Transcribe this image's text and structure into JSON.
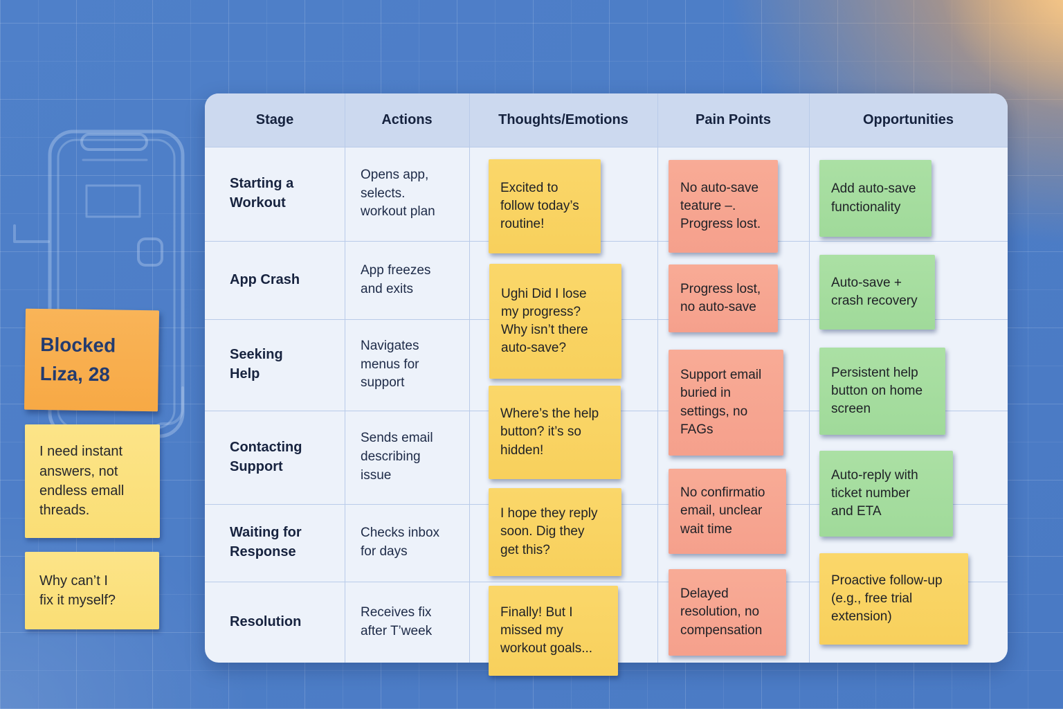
{
  "persona": {
    "text": "Blocked\nLiza, 28"
  },
  "quotes": [
    {
      "text": "I need instant\nanswers, not\nendless emall\nthreads."
    },
    {
      "text": "Why can’t I\nfix it myself?"
    }
  ],
  "table": {
    "headers": [
      "Stage",
      "Actions",
      "Thoughts/Emotions",
      "Pain Points",
      "Opportunities"
    ],
    "rows": [
      {
        "stage": "Starting a\nWorkout",
        "actions": "Opens app,\nselects.\nworkout plan"
      },
      {
        "stage": "App Crash",
        "actions": "App freezes\nand exits"
      },
      {
        "stage": "Seeking\nHelp",
        "actions": "Navigates\nmenus for\nsupport"
      },
      {
        "stage": "Contacting\nSupport",
        "actions": "Sends email\ndescribing\nissue"
      },
      {
        "stage": "Waiting for\nResponse",
        "actions": "Checks inbox\nfor days"
      },
      {
        "stage": "Resolution",
        "actions": "Receives fix\nafter T’week"
      }
    ]
  },
  "notes": {
    "thoughts": [
      {
        "text": "Excited to\nfollow today’s\nroutine!",
        "color": "yellow"
      },
      {
        "text": "Ughi Did I lose\nmy progress?\nWhy isn’t there\nauto-save?",
        "color": "yellow"
      },
      {
        "text": "Where’s the help\nbutton? it’s so\nhidden!",
        "color": "yellow"
      },
      {
        "text": "I hope they reply\nsoon. Dig they\nget this?",
        "color": "yellow"
      },
      {
        "text": "Finally! But I\nmissed my\nworkout goals...",
        "color": "yellow"
      }
    ],
    "pain_points": [
      {
        "text": "No auto-save\nteature –.\nProgress lost.",
        "color": "salmon"
      },
      {
        "text": "Progress lost,\nno auto-save",
        "color": "salmon"
      },
      {
        "text": "Support email\nburied in\nsettings, no\nFAGs",
        "color": "salmon"
      },
      {
        "text": "No confirmatio\nemail, unclear\nwait time",
        "color": "salmon"
      },
      {
        "text": "Delayed\nresolution, no\ncompensation",
        "color": "salmon"
      }
    ],
    "opportunities": [
      {
        "text": "Add auto-save\nfunctionality",
        "color": "green"
      },
      {
        "text": "Auto-save +\ncrash recovery",
        "color": "green"
      },
      {
        "text": "Persistent help\nbutton on home\nscreen",
        "color": "green"
      },
      {
        "text": "Auto-reply with\nticket number\nand ETA",
        "color": "green"
      },
      {
        "text": "Proactive follow-up\n(e.g., free trial\nextension)",
        "color": "yellow"
      }
    ]
  },
  "colors": {
    "background_blue": "#4a7ac4",
    "background_blue_light": "#4f80c9",
    "glow_orange": "#f6a858",
    "table_bg": "#edf2fa",
    "header_bg": "#ccd9ef",
    "header_text": "#15223e",
    "divider": "#b9cbe9",
    "yellow": "#f8d05c",
    "yellow_light": "#fade75",
    "salmon": "#f5a08c",
    "green": "#a0da9a",
    "orange": "#f7a945",
    "persona_text": "#233b6f",
    "note_text": "#1e2026"
  }
}
